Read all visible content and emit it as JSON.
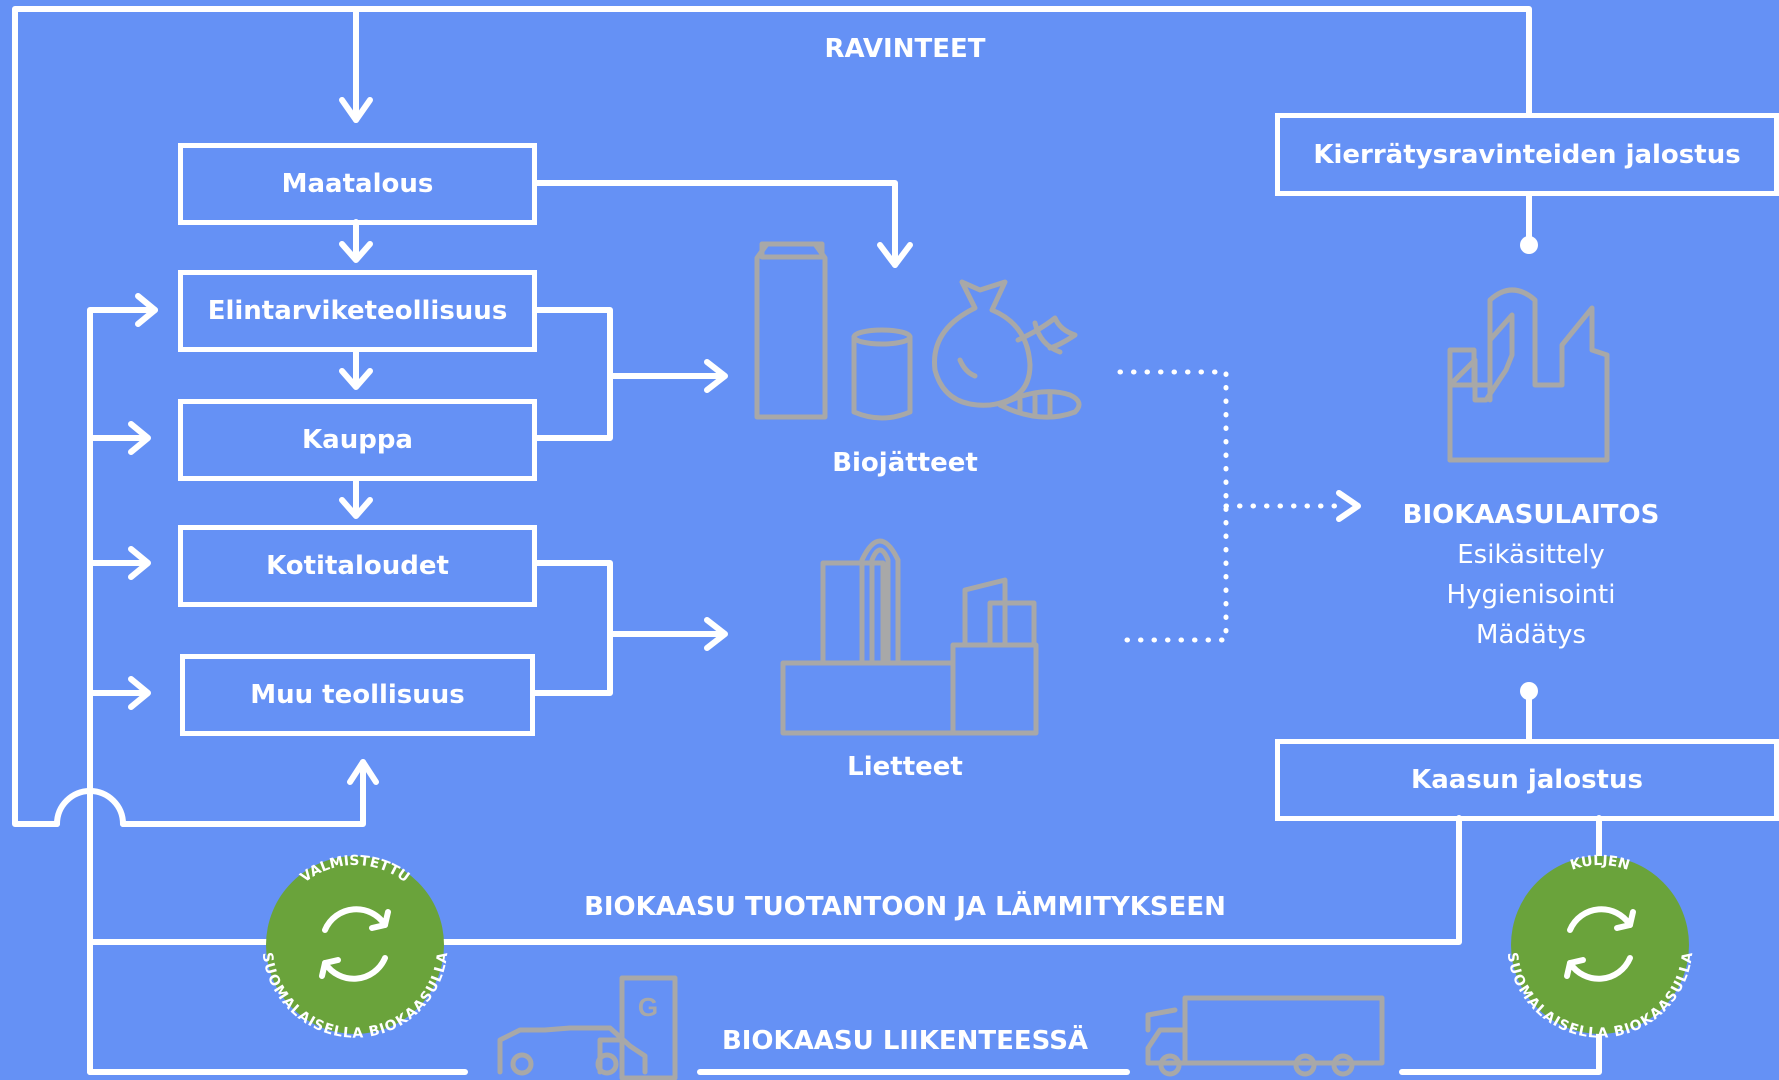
{
  "colors": {
    "background": "#6591f5",
    "lines": "#ffffff",
    "icons": "#a8a8a8",
    "badge": "#6aa33b"
  },
  "flows": {
    "nutrients": "RAVINTEET",
    "biogas_production": "BIOKAASU TUOTANTOON JA LÄMMITYKSEEN",
    "biogas_traffic": "BIOKAASU LIIKENTEESSÄ"
  },
  "sources": [
    {
      "label": "Maatalous"
    },
    {
      "label": "Elintarviketeollisuus"
    },
    {
      "label": "Kauppa"
    },
    {
      "label": "Kotitaloudet"
    },
    {
      "label": "Muu teollisuus"
    }
  ],
  "materials": {
    "biowaste": "Biojätteet",
    "sludge": "Lietteet"
  },
  "plant": {
    "title": "BIOKAASULAITOS",
    "steps": [
      "Esikäsittely",
      "Hygienisointi",
      "Mädätys"
    ]
  },
  "processing": {
    "nutrient_refining": "Kierrätysravinteiden jalostus",
    "gas_refining": "Kaasun jalostus"
  },
  "badges": {
    "left": {
      "top_text": "VALMISTETTU",
      "bottom_text": "SUOMALAISELLA BIOKAASULLA"
    },
    "right": {
      "top_text": "KULJEN",
      "bottom_text": "SUOMALAISELLA BIOKAASULLA"
    }
  },
  "icons": {
    "biowaste": [
      "milk-carton-icon",
      "can-icon",
      "trash-bag-icon",
      "banana-peel-icon",
      "fish-bones-icon"
    ],
    "sludge": "industrial-plant-icon",
    "biogas_plant": "factory-icon",
    "car": "car-icon",
    "fuel_pump": "gas-pump-icon",
    "truck": "truck-icon"
  },
  "fuel_pump_letter": "G"
}
